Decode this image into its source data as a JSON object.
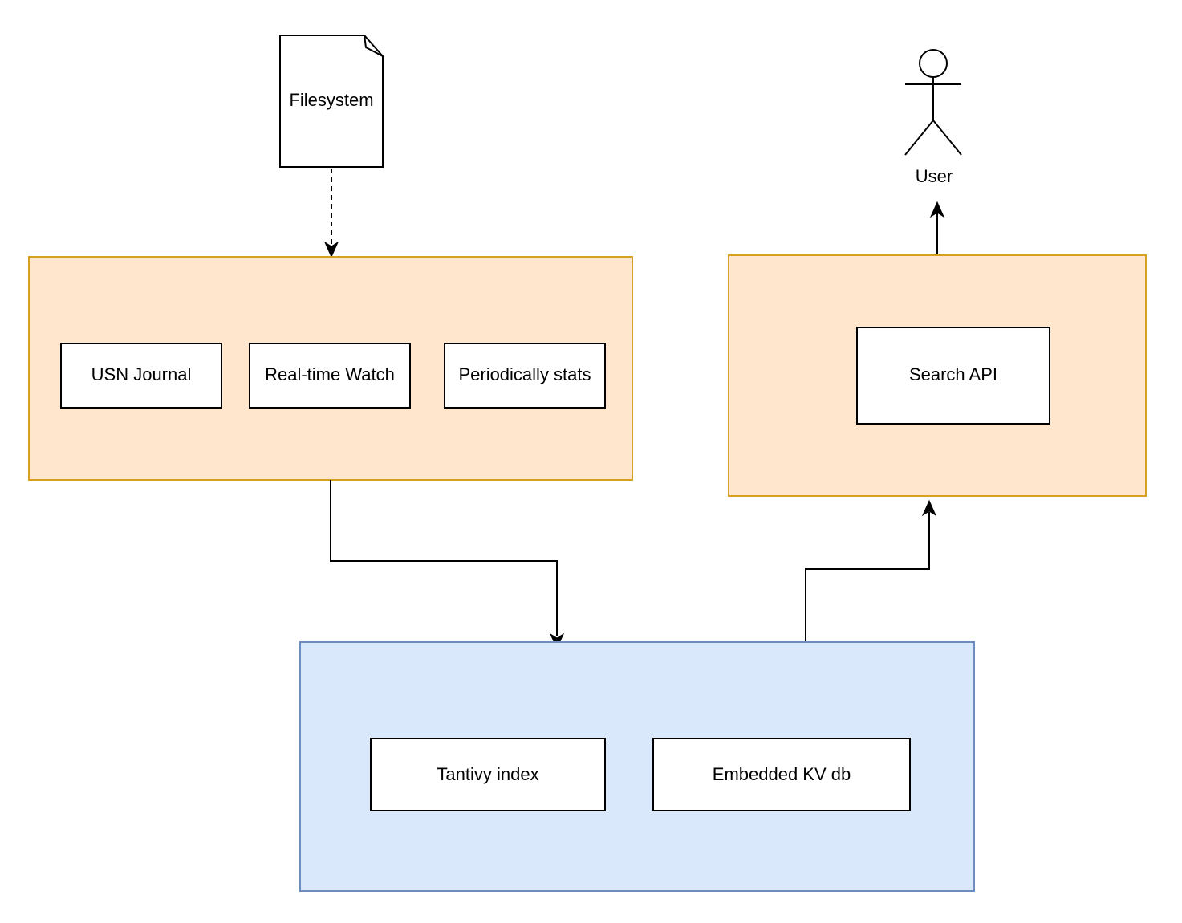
{
  "filesystem": {
    "label": "Filesystem"
  },
  "user": {
    "label": "User"
  },
  "watcher_group": {
    "items": [
      {
        "label": "USN Journal"
      },
      {
        "label": "Real-time Watch"
      },
      {
        "label": "Periodically stats"
      }
    ]
  },
  "api_group": {
    "items": [
      {
        "label": "Search API"
      }
    ]
  },
  "storage_group": {
    "items": [
      {
        "label": "Tantivy index"
      },
      {
        "label": "Embedded KV db"
      }
    ]
  },
  "colors": {
    "orange_fill": "#ffe6cc",
    "orange_stroke": "#d6a021",
    "blue_fill": "#dae8fc",
    "blue_stroke": "#6c8ebf",
    "line": "#000000"
  }
}
